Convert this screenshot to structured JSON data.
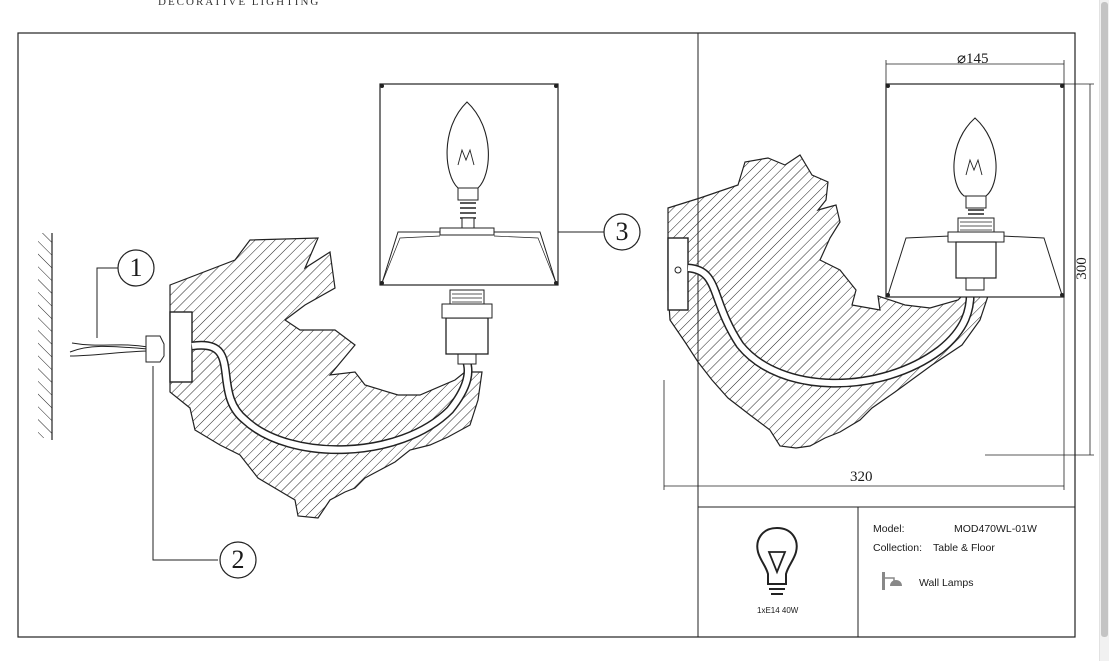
{
  "brand": {
    "tagline": "DECORATIVE LIGHTING"
  },
  "callouts": [
    "1",
    "2",
    "3"
  ],
  "dimensions": {
    "shade_diameter": "⌀145",
    "width": "320",
    "height": "300"
  },
  "specs": {
    "model_label": "Model:",
    "model_value": "MOD470WL-01W",
    "collection_label": "Collection:",
    "collection_value": "Table & Floor",
    "category": "Wall Lamps",
    "bulb": "1xE14 40W"
  },
  "icons": [
    "bulb-icon",
    "wall-lamp-icon",
    "filament-icon"
  ]
}
